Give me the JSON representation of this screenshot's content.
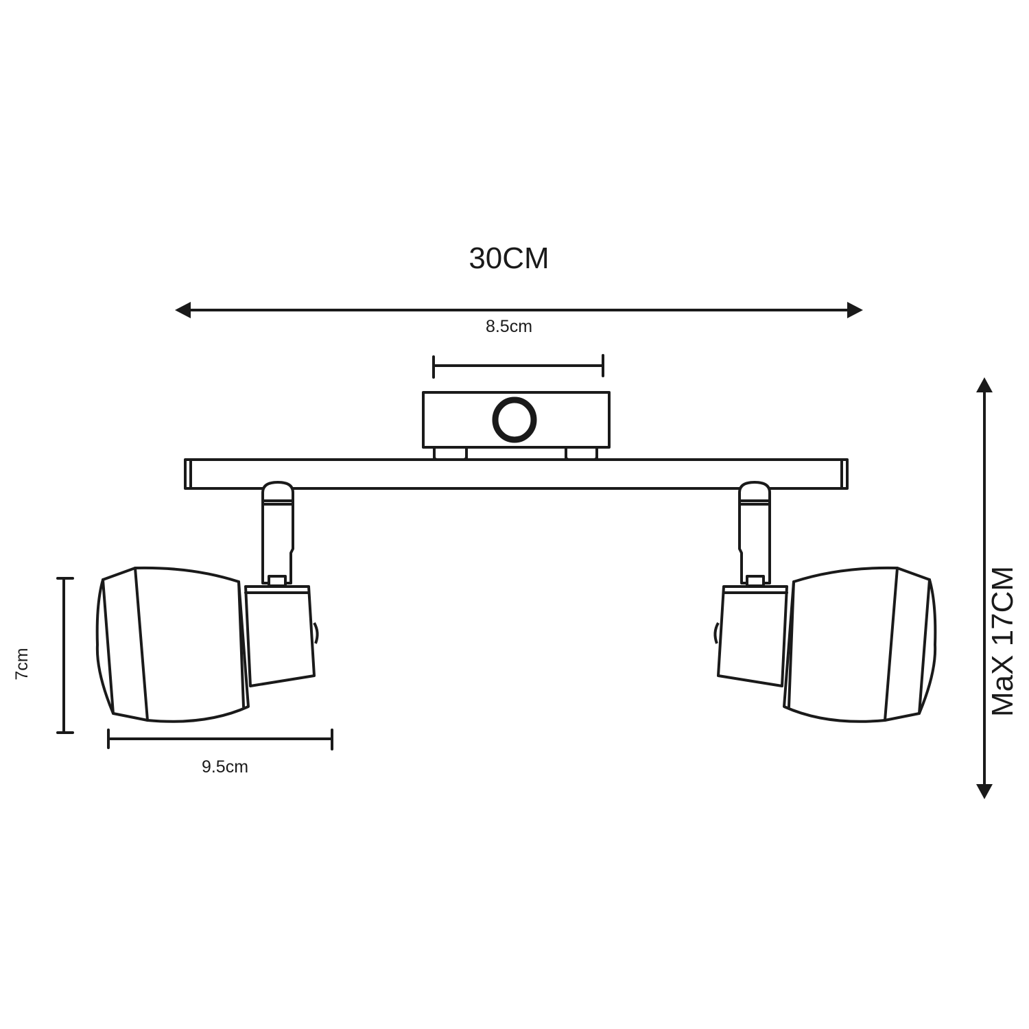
{
  "dimensions": {
    "total_width": "30CM",
    "mount_width": "8.5cm",
    "shade_height": "7cm",
    "shade_length": "9.5cm",
    "max_height": "MaX 17CM"
  },
  "colors": {
    "line": "#1a1a1a",
    "background": "#ffffff"
  }
}
